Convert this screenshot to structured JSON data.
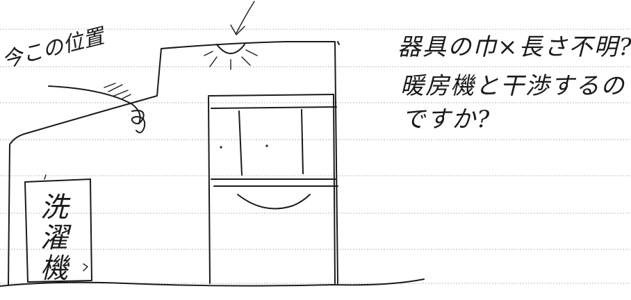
{
  "label_current": "今この位置",
  "washer_label": [
    "洗",
    "濯",
    "機"
  ],
  "note": {
    "lines": [
      "器具の巾×長さ不明?",
      "暖房機と干渉するの",
      "ですか?"
    ]
  },
  "colors": {
    "ink": "#1a1a1a",
    "rule": "#b8b8b8",
    "paper": "#ffffff"
  }
}
